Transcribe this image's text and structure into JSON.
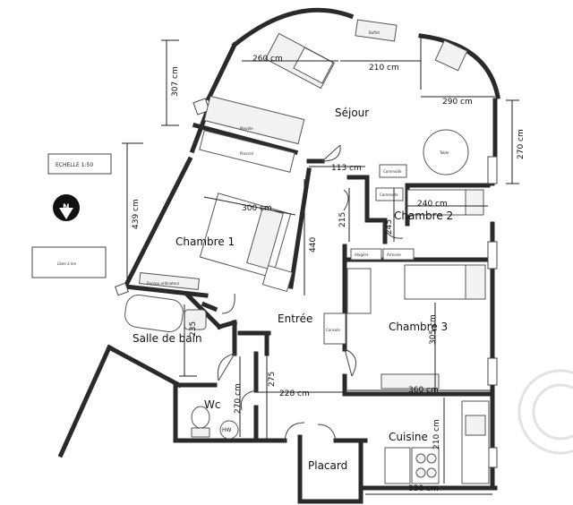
{
  "rooms": {
    "sejour": "Séjour",
    "chambre1": "Chambre 1",
    "chambre2": "Chambre 2",
    "chambre3": "Chambre 3",
    "entree": "Entrée",
    "salle_de_bain": "Salle de bain",
    "wc": "Wc",
    "cuisine": "Cuisine",
    "placard": "Placard"
  },
  "dimensions": {
    "d260": "260 cm",
    "d210_top": "210 cm",
    "d290": "290 cm",
    "d307": "307 cm",
    "d270": "270 cm",
    "d113": "113 cm",
    "d240": "240 cm",
    "d245": "245",
    "d215": "215",
    "d300": "300 cm",
    "d439": "439 cm",
    "d440": "440",
    "d305": "305 cm",
    "d360": "360 cm",
    "d235": "235",
    "d275": "275",
    "d228": "228 cm",
    "d270_wc": "270 cm",
    "d210_kitchen": "210 cm",
    "d330": "330 cm"
  },
  "labels": {
    "echelle": "ECHELLE   1:50",
    "north": "N",
    "legend_box": "Libre à lire",
    "hw": "HW"
  },
  "furniture": {
    "buffet": "Buffet",
    "table": "Table",
    "meuble": "Meuble",
    "placard_c1": "Placard",
    "bureau": "Bureau ordinateur",
    "commode": "Commode",
    "etagere": "étagère",
    "armoire": "Armoire",
    "console": "Console"
  },
  "colors": {
    "wall": "#2a2a2a",
    "background": "#ffffff",
    "furniture": "#f2f2f2",
    "watermark": "#e2e2e2"
  }
}
